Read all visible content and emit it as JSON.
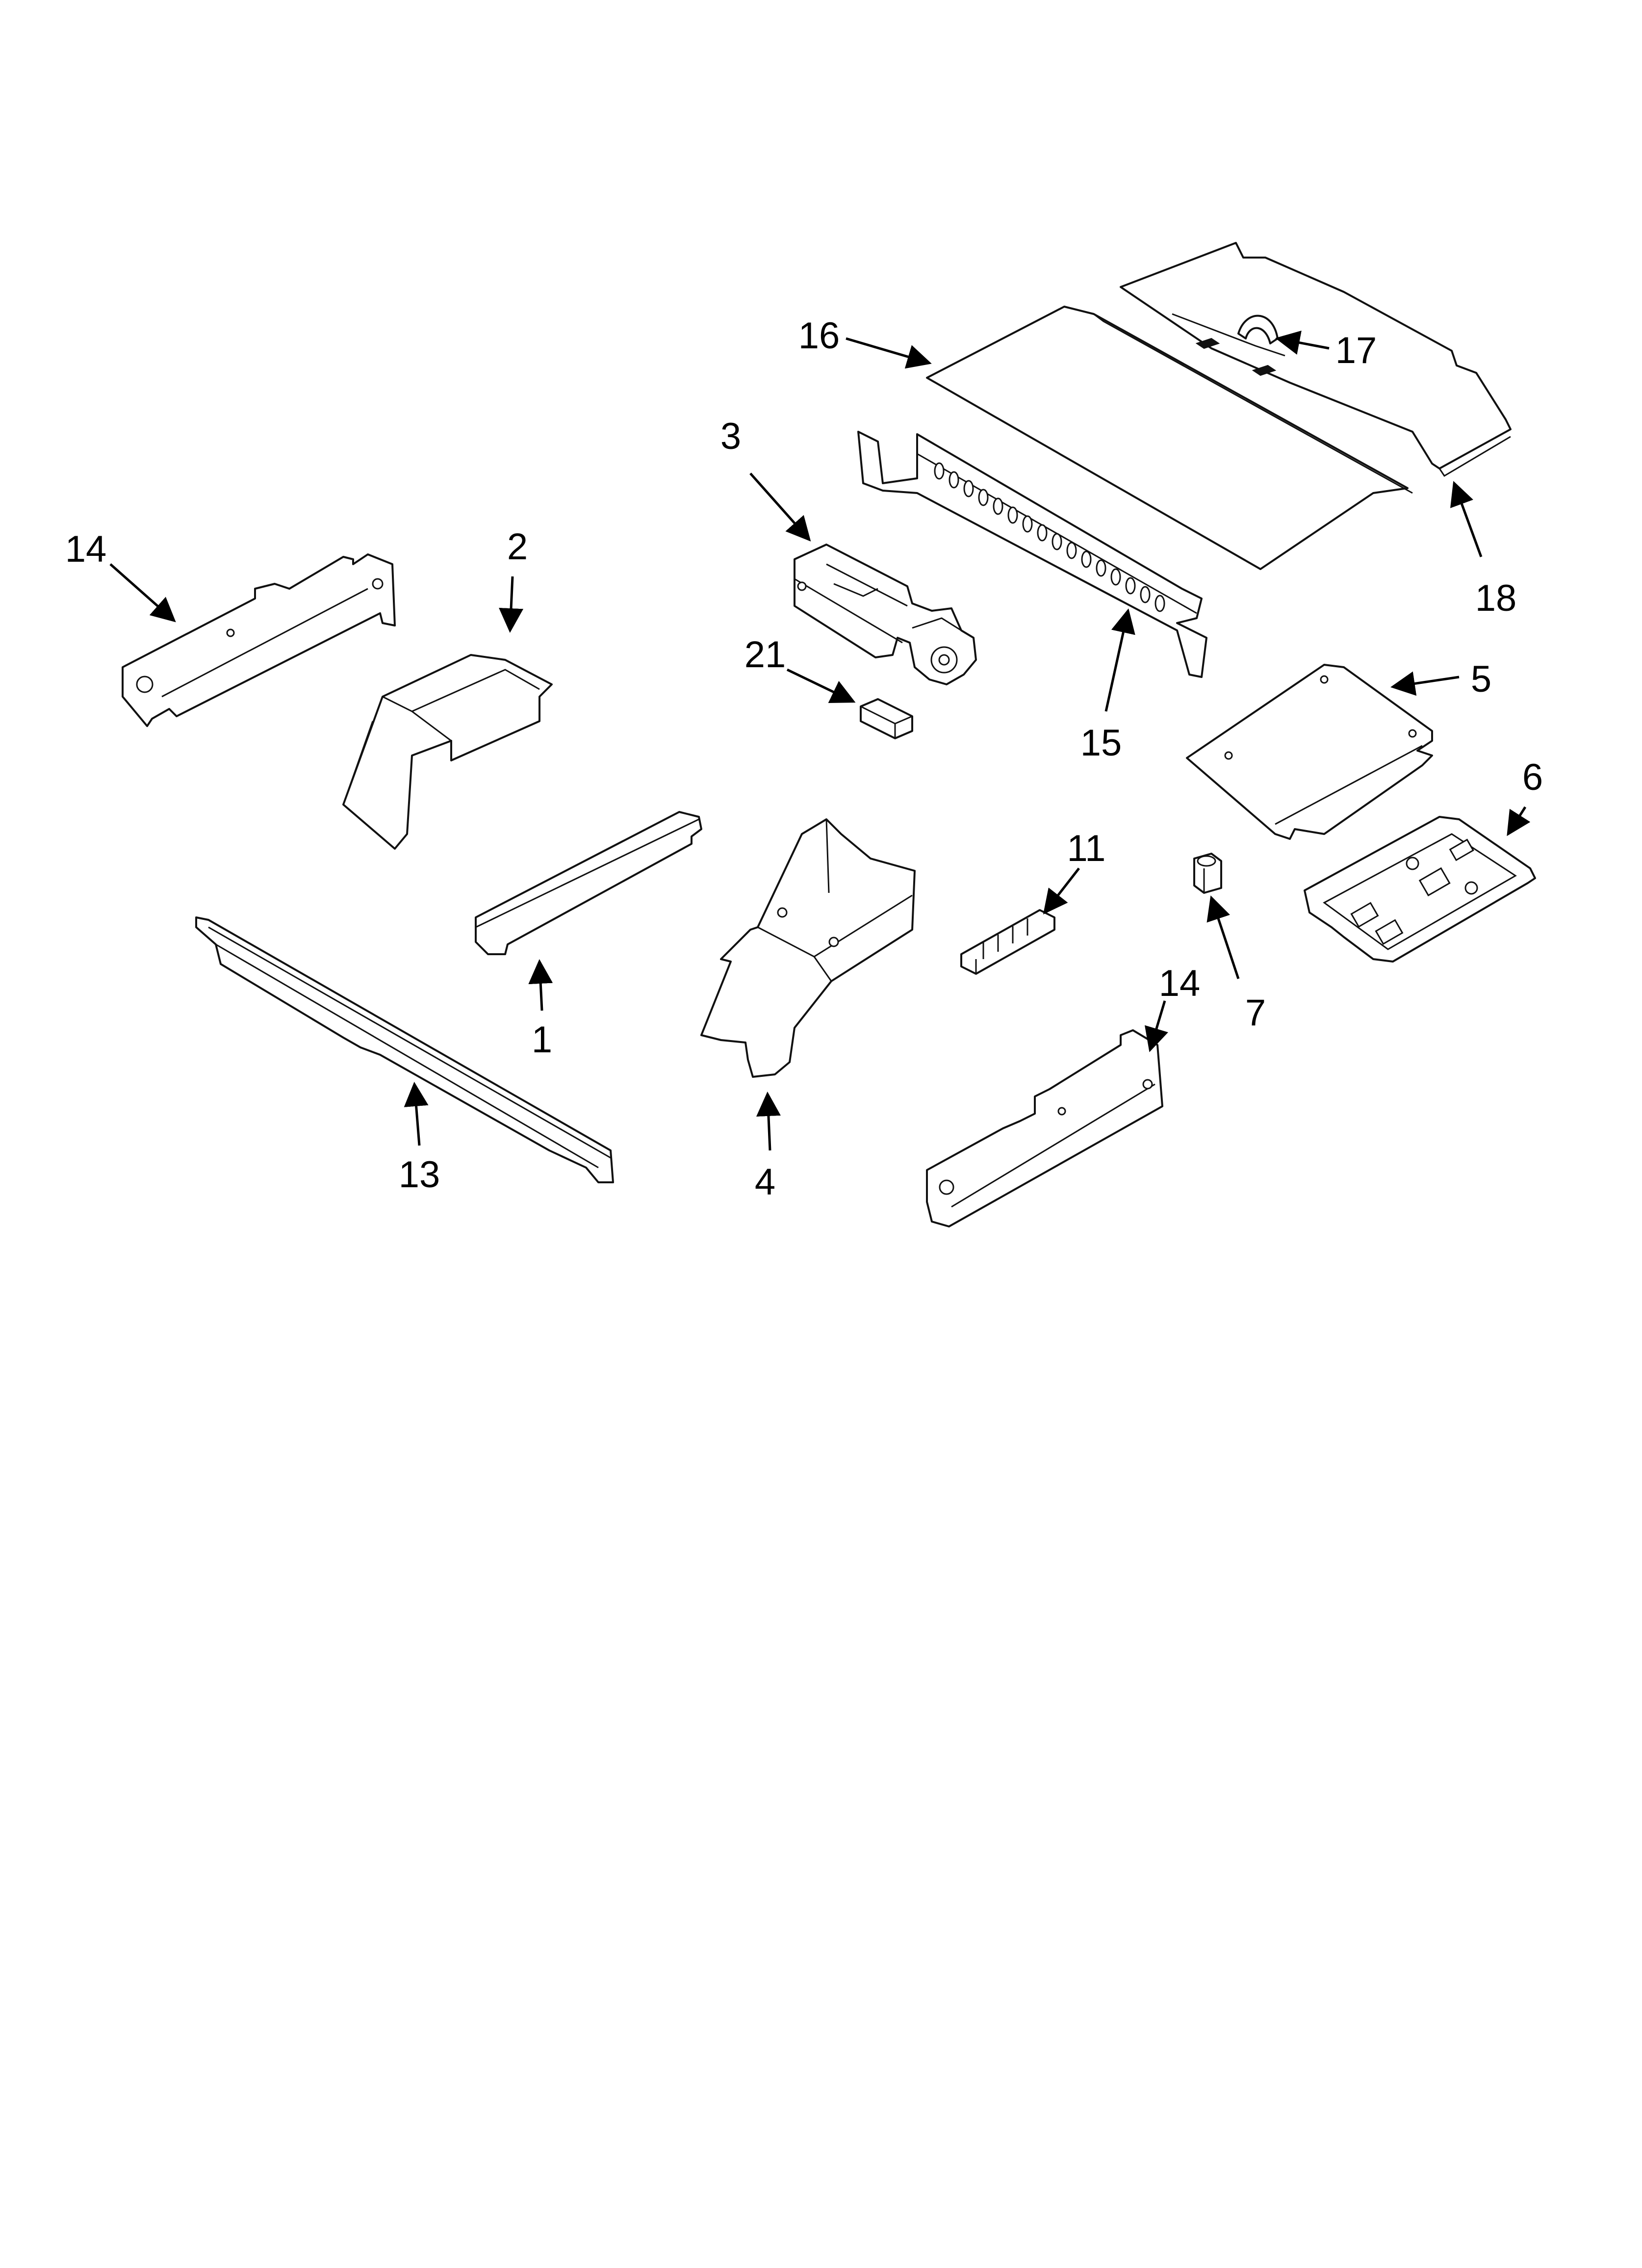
{
  "callouts": [
    {
      "key": "c1",
      "label": "1"
    },
    {
      "key": "c2",
      "label": "2"
    },
    {
      "key": "c3",
      "label": "3"
    },
    {
      "key": "c4",
      "label": "4"
    },
    {
      "key": "c5",
      "label": "5"
    },
    {
      "key": "c6",
      "label": "6"
    },
    {
      "key": "c7",
      "label": "7"
    },
    {
      "key": "c11",
      "label": "11"
    },
    {
      "key": "c13",
      "label": "13"
    },
    {
      "key": "c14a",
      "label": "14"
    },
    {
      "key": "c14b",
      "label": "14"
    },
    {
      "key": "c15",
      "label": "15"
    },
    {
      "key": "c16",
      "label": "16"
    },
    {
      "key": "c17",
      "label": "17"
    },
    {
      "key": "c18",
      "label": "18"
    },
    {
      "key": "c21",
      "label": "21"
    }
  ],
  "colors": {
    "line": "#111111",
    "background": "#ffffff"
  }
}
